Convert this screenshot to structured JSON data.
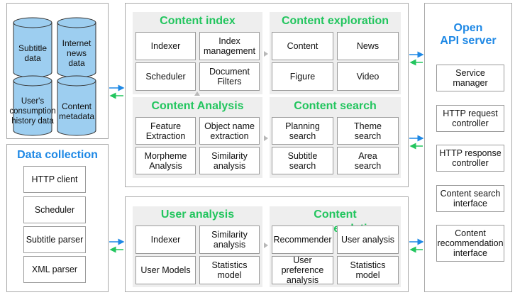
{
  "databases": [
    {
      "label": "Subtitle\ndata"
    },
    {
      "label": "Internet\nnews\ndata"
    },
    {
      "label": "User's\nconsumption\nhistory data"
    },
    {
      "label": "Content\nmetadata"
    }
  ],
  "data_collection": {
    "title": "Data collection",
    "items": [
      "HTTP client",
      "Scheduler",
      "Subtitle parser",
      "XML parser"
    ]
  },
  "content_index": {
    "title": "Content index",
    "items": [
      "Indexer",
      "Index\nmanagement",
      "Scheduler",
      "Document\nFilters"
    ]
  },
  "content_exploration": {
    "title": "Content exploration",
    "items": [
      "Content",
      "News",
      "Figure",
      "Video"
    ]
  },
  "content_analysis": {
    "title": "Content Analysis",
    "items": [
      "Feature\nExtraction",
      "Object name\nextraction",
      "Morpheme\nAnalysis",
      "Similarity\nanalysis"
    ]
  },
  "content_search": {
    "title": "Content search",
    "items": [
      "Planning\nsearch",
      "Theme\nsearch",
      "Subtitle\nsearch",
      "Area\nsearch"
    ]
  },
  "user_analysis": {
    "title": "User analysis",
    "items": [
      "Indexer",
      "Similarity\nanalysis",
      "User Models",
      "Statistics\nmodel"
    ]
  },
  "content_recommendation": {
    "title": "Content recommendation",
    "items": [
      "Recommender",
      "User analysis",
      "User\npreference\nanalysis",
      "Statistics\nmodel"
    ]
  },
  "open_api": {
    "title": "Open\nAPI server",
    "items": [
      "Service\nmanager",
      "HTTP request\ncontroller",
      "HTTP response\ncontroller",
      "Content search\ninterface",
      "Content\nrecommendation\ninterface"
    ]
  },
  "colors": {
    "green_title": "#22c55e",
    "blue_title": "#1e88e5",
    "db_fill": "#9dcef0",
    "arrow_blue": "#1e88e5",
    "arrow_green": "#22c55e"
  }
}
